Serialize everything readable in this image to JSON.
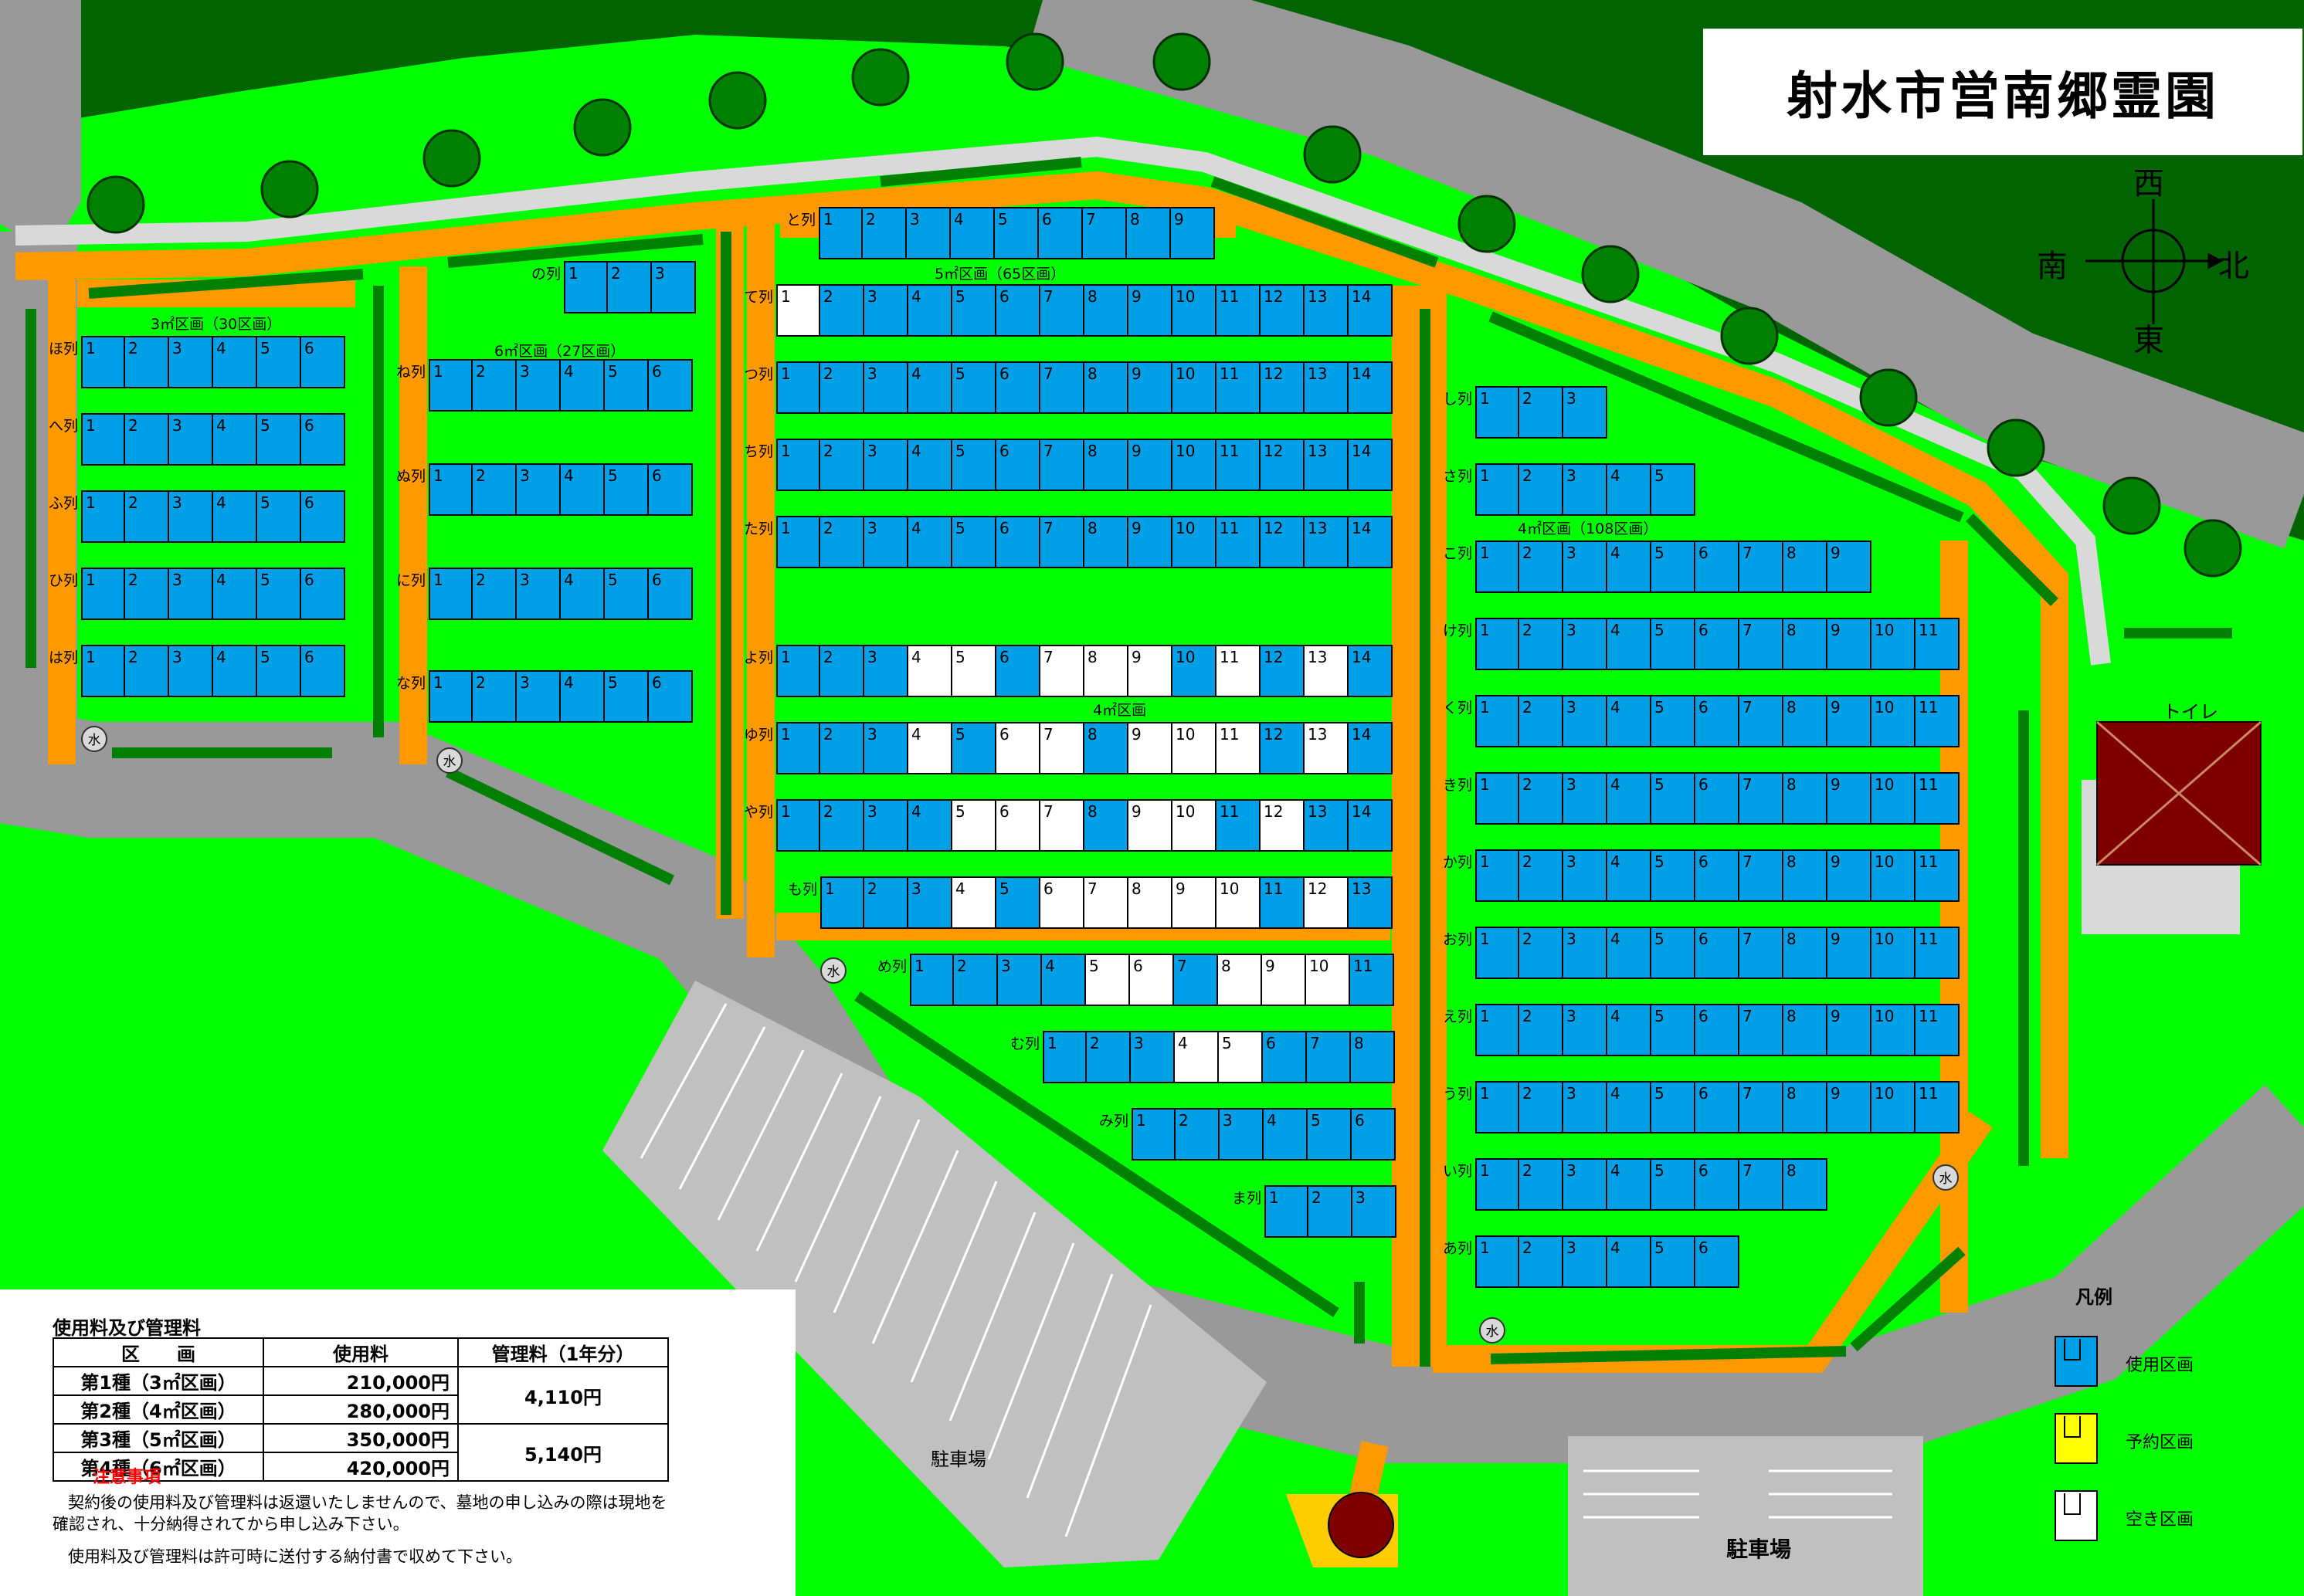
{
  "title": "射水市営南郷霊園",
  "compass": {
    "north": "北",
    "south": "南",
    "east": "東",
    "west": "西"
  },
  "colors": {
    "forest": "#006400",
    "grass": "#00ff00",
    "path": "#ff9900",
    "road": "#999999",
    "parking": "#c0c0c0",
    "hedge": "#008000",
    "plot_used": "#00a0e9",
    "plot_vacant": "#ffffff",
    "plot_reserved": "#ffff00",
    "toilet": "#7f0000",
    "wall": "#d9d9d9"
  },
  "labels": {
    "toilet": "トイレ",
    "parking_left": "駐車場",
    "parking_right": "駐車場",
    "water": "水"
  },
  "sections": [
    {
      "id": "s3",
      "text": "3㎡区画（30区画）"
    },
    {
      "id": "s6",
      "text": "6㎡区画（27区画）"
    },
    {
      "id": "s5",
      "text": "5㎡区画（65区画）"
    },
    {
      "id": "s4a",
      "text": "4㎡区画"
    },
    {
      "id": "s4b",
      "text": "4㎡区画（108区画）"
    }
  ],
  "rows": [
    {
      "label": "ほ列",
      "count": 6,
      "vacant": []
    },
    {
      "label": "へ列",
      "count": 6,
      "vacant": []
    },
    {
      "label": "ふ列",
      "count": 6,
      "vacant": []
    },
    {
      "label": "ひ列",
      "count": 6,
      "vacant": []
    },
    {
      "label": "は列",
      "count": 6,
      "vacant": []
    },
    {
      "label": "の列",
      "count": 3,
      "vacant": []
    },
    {
      "label": "ね列",
      "count": 6,
      "vacant": []
    },
    {
      "label": "ぬ列",
      "count": 6,
      "vacant": []
    },
    {
      "label": "に列",
      "count": 6,
      "vacant": []
    },
    {
      "label": "な列",
      "count": 6,
      "vacant": []
    },
    {
      "label": "と列",
      "count": 9,
      "vacant": []
    },
    {
      "label": "て列",
      "count": 14,
      "vacant": [
        1
      ]
    },
    {
      "label": "つ列",
      "count": 14,
      "vacant": []
    },
    {
      "label": "ち列",
      "count": 14,
      "vacant": []
    },
    {
      "label": "た列",
      "count": 14,
      "vacant": []
    },
    {
      "label": "よ列",
      "count": 14,
      "vacant": [
        4,
        5,
        7,
        8,
        9,
        11,
        13
      ]
    },
    {
      "label": "ゆ列",
      "count": 14,
      "vacant": [
        4,
        6,
        7,
        9,
        10,
        11,
        13
      ]
    },
    {
      "label": "や列",
      "count": 14,
      "vacant": [
        5,
        6,
        7,
        9,
        10,
        12
      ]
    },
    {
      "label": "も列",
      "count": 13,
      "vacant": [
        4,
        6,
        7,
        8,
        9,
        10,
        12
      ]
    },
    {
      "label": "め列",
      "count": 11,
      "vacant": [
        5,
        6,
        8,
        9,
        10
      ]
    },
    {
      "label": "む列",
      "count": 8,
      "vacant": [
        4,
        5
      ]
    },
    {
      "label": "み列",
      "count": 6,
      "vacant": []
    },
    {
      "label": "ま列",
      "count": 3,
      "vacant": []
    },
    {
      "label": "し列",
      "count": 3,
      "vacant": []
    },
    {
      "label": "さ列",
      "count": 5,
      "vacant": []
    },
    {
      "label": "こ列",
      "count": 9,
      "vacant": []
    },
    {
      "label": "け列",
      "count": 11,
      "vacant": []
    },
    {
      "label": "く列",
      "count": 11,
      "vacant": []
    },
    {
      "label": "き列",
      "count": 11,
      "vacant": []
    },
    {
      "label": "か列",
      "count": 11,
      "vacant": []
    },
    {
      "label": "お列",
      "count": 11,
      "vacant": []
    },
    {
      "label": "え列",
      "count": 11,
      "vacant": []
    },
    {
      "label": "う列",
      "count": 11,
      "vacant": []
    },
    {
      "label": "い列",
      "count": 8,
      "vacant": []
    },
    {
      "label": "あ列",
      "count": 6,
      "vacant": []
    }
  ],
  "fees": {
    "heading": "使用料及び管理料",
    "columns": [
      "区　　画",
      "使用料",
      "管理料（1年分）"
    ],
    "rows": [
      {
        "kind": "第1種（3㎡区画）",
        "fee": "210,000円"
      },
      {
        "kind": "第2種（4㎡区画）",
        "fee": "280,000円"
      },
      {
        "kind": "第3種（5㎡区画）",
        "fee": "350,000円"
      },
      {
        "kind": "第4種（6㎡区画）",
        "fee": "420,000円"
      }
    ],
    "management": [
      "4,110円",
      "5,140円"
    ],
    "notes_title": "注意事項",
    "notes": [
      "契約後の使用料及び管理料は返還いたしませんので、墓地の申し込みの際は現地を",
      "確認され、十分納得されてから申し込み下さい。",
      "使用料及び管理料は許可時に送付する納付書で収めて下さい。"
    ]
  },
  "legend": {
    "title": "凡例",
    "items": [
      {
        "label": "使用区画",
        "kind": "used"
      },
      {
        "label": "予約区画",
        "kind": "reserved"
      },
      {
        "label": "空き区画",
        "kind": "vacant"
      }
    ]
  }
}
